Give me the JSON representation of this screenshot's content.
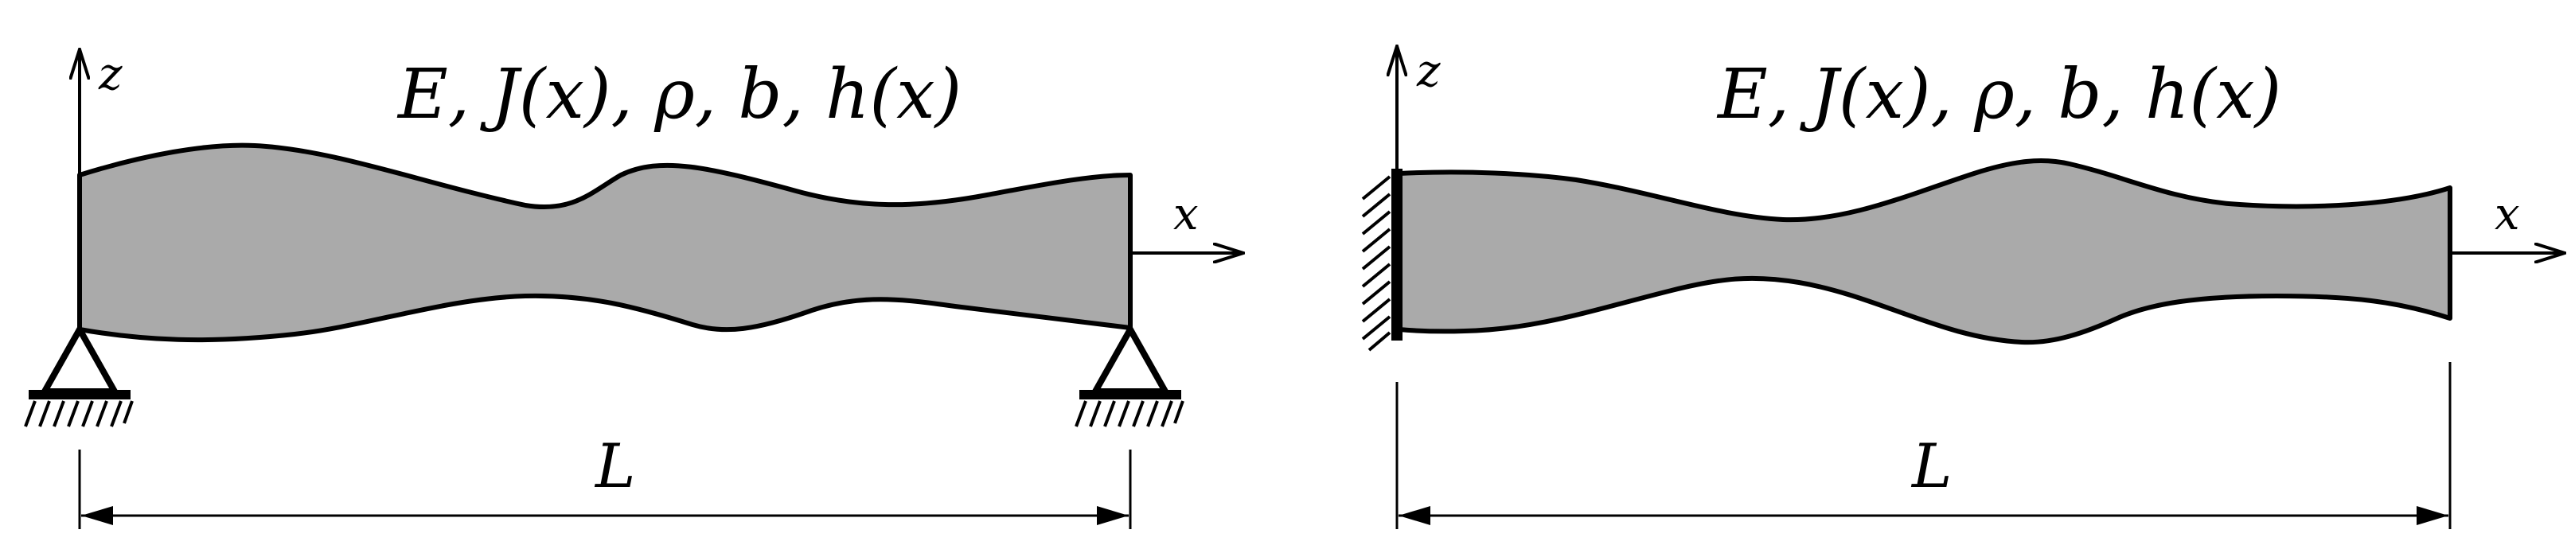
{
  "colors": {
    "beam_fill": "#aaaaaa",
    "stroke": "#000000",
    "background": "#ffffff"
  },
  "left_beam": {
    "support": "pinned at both ends",
    "params": "E, J(x), ρ, b, h(x)",
    "axis_z": "z",
    "axis_x": "x",
    "length_label": "L"
  },
  "right_beam": {
    "support": "clamped at left end, free at right end",
    "params": "E, J(x), ρ, b, h(x)",
    "axis_z": "z",
    "axis_x": "x",
    "length_label": "L"
  }
}
